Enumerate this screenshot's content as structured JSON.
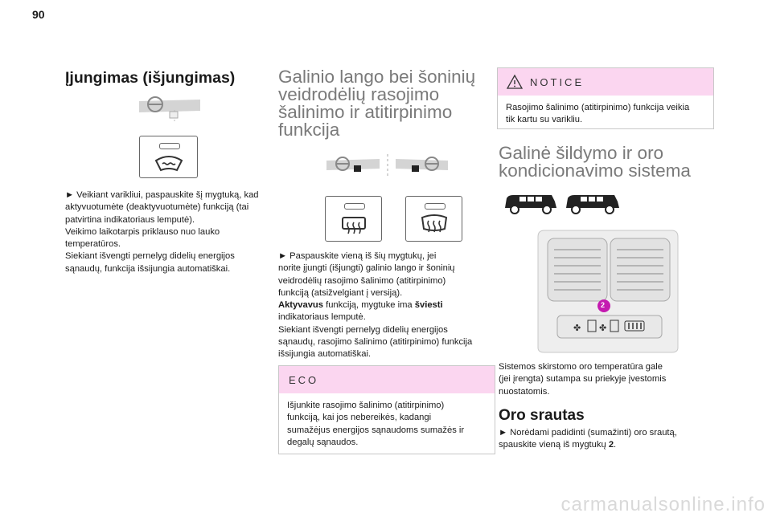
{
  "page_number": "90",
  "col1": {
    "title": "Įjungimas (išjungimas)",
    "body": [
      "► Veikiant varikliui, paspauskite šį mygtuką, kad",
      "aktyvuotumėte (deaktyvuotumėte) funkciją (tai",
      "patvirtina indikatoriaus lemputė).",
      "Veikimo laikotarpis priklauso nuo lauko",
      "temperatūros.",
      "Siekiant išvengti pernelyg didelių energijos",
      "sąnaudų, funkcija išsijungia automatiškai."
    ]
  },
  "col2": {
    "title_lines": [
      "Galinio lango bei šoninių",
      "veidrodėlių rasojimo",
      "šalinimo ir atitirpinimo",
      "funkcija"
    ],
    "body": {
      "line1": "► Paspauskite vieną iš šių mygtukų, jei",
      "line2": "norite įjungti (išjungti) galinio lango ir šoninių",
      "line3": "veidrodėlių rasojimo šalinimo (atitirpinimo)",
      "line4": "funkciją (atsižvelgiant į versiją).",
      "line5_bold": "Aktyvavus",
      "line5_rest": " funkciją, mygtuke ima ",
      "line5_bold2": "šviesti",
      "line6": "indikatoriaus lemputė.",
      "line7": "Siekiant išvengti pernelyg didelių energijos",
      "line8": "sąnaudų, rasojimo šalinimo (atitirpinimo) funkcija",
      "line9": "išsijungia automatiškai."
    },
    "eco_box": {
      "heading": "ECO",
      "lines": [
        "Išjunkite rasojimo šalinimo (atitirpinimo)",
        "funkciją, kai jos nebereikės, kadangi",
        "sumažėjus energijos sąnaudoms sumažės ir",
        "degalų sąnaudos."
      ]
    }
  },
  "col3": {
    "notice_box": {
      "heading": "NOTICE",
      "lines": [
        "Rasojimo šalinimo (atitirpinimo) funkcija veikia",
        "tik kartu su varikliu."
      ]
    },
    "title_lines": [
      "Galinė šildymo ir oro",
      "kondicionavimo sistema"
    ],
    "callout": "2",
    "body": [
      "Sistemos skirstomo oro temperatūra gale",
      "(jei įrengta) sutampa su priekyje įvestomis",
      "nuostatomis."
    ],
    "subtitle": "Oro srautas",
    "flow_line1": "► Norėdami padidinti (sumažinti) oro srautą,",
    "flow_line2_pre": "spauskite vieną iš mygtukų ",
    "flow_line2_bold": "2",
    "flow_line2_post": "."
  },
  "watermark": "carmanualsonline.info"
}
